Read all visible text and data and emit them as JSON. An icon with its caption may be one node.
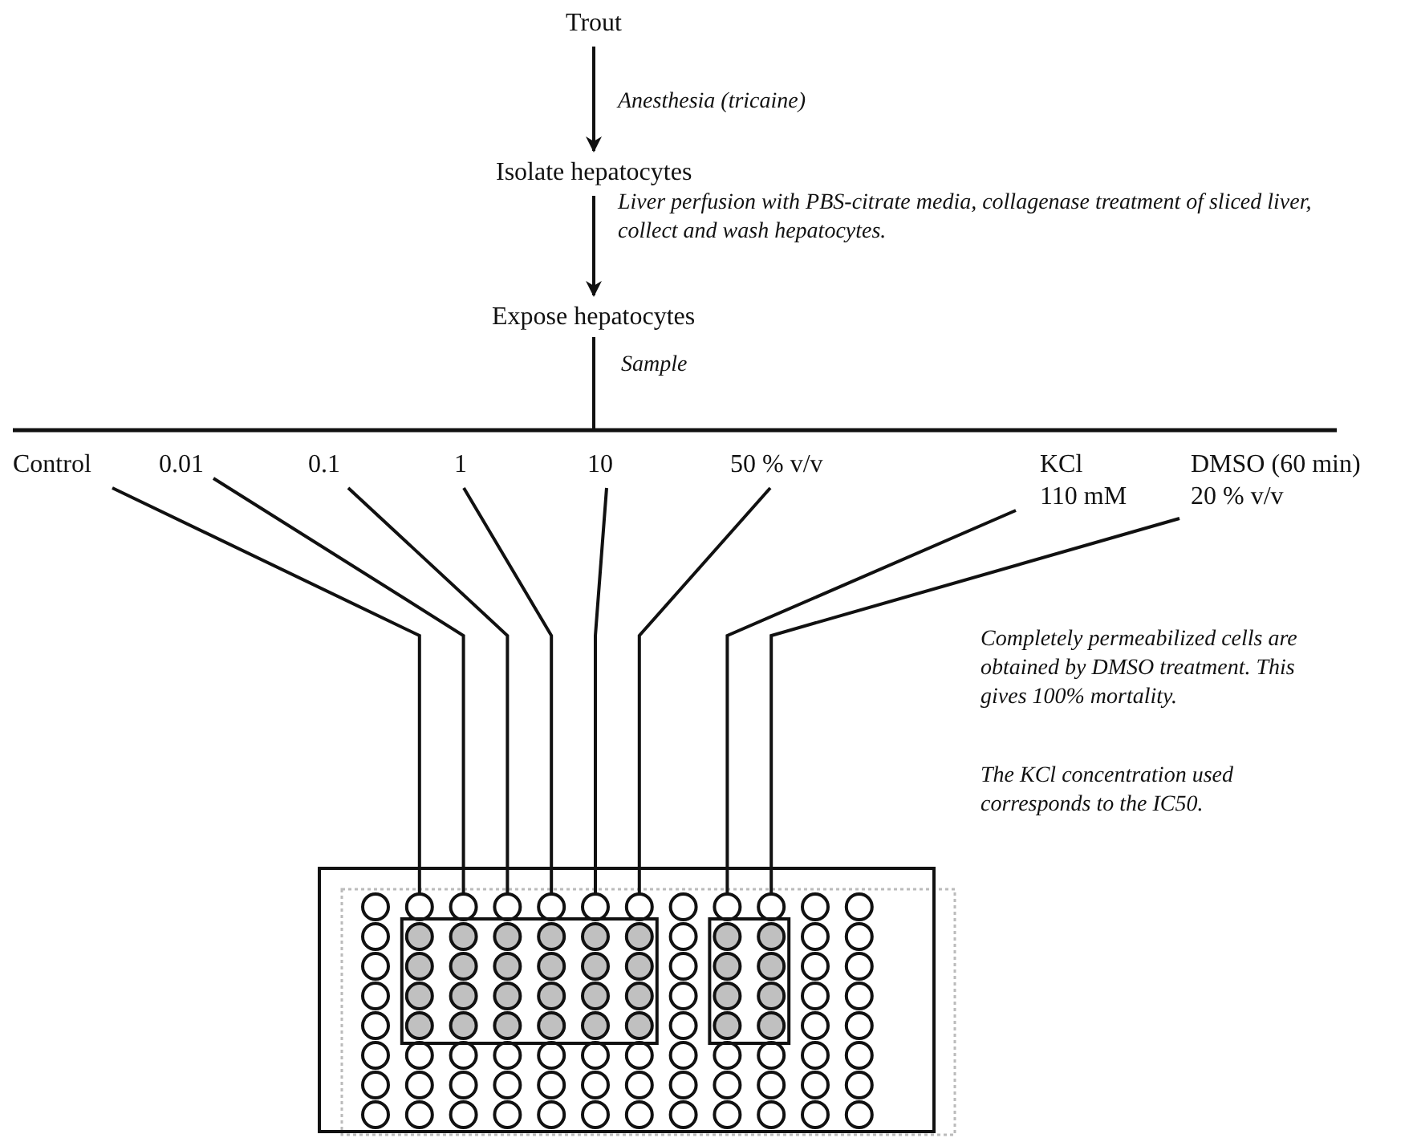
{
  "diagram": {
    "nodes": [
      {
        "text": [
          "Trout"
        ]
      },
      {
        "text": [
          "Isolate hepatocytes"
        ]
      },
      {
        "text": [
          "Expose hepatocytes"
        ]
      },
      {
        "text": [
          "Control"
        ]
      },
      {
        "text": [
          "0.01"
        ]
      },
      {
        "text": [
          "0.1"
        ]
      },
      {
        "text": [
          "1"
        ]
      },
      {
        "text": [
          "10"
        ]
      },
      {
        "text": [
          "50 % v/v"
        ]
      },
      {
        "text": [
          "KCl",
          "110 mM"
        ]
      },
      {
        "text": [
          "DMSO (60 min)",
          "20 % v/v"
        ]
      },
      {
        "text": [],
        "shape": "picture"
      },
      {
        "text": [],
        "shape": "circle",
        "in": 11
      },
      {
        "text": [],
        "shape": "circle",
        "in": 11
      },
      {
        "text": [],
        "shape": "circle",
        "in": 11
      },
      {
        "text": [],
        "shape": "circle",
        "in": 11
      },
      {
        "text": [],
        "shape": "circle",
        "in": 11
      },
      {
        "text": [],
        "shape": "circle",
        "in": 11
      },
      {
        "text": [],
        "shape": "circle",
        "in": 11
      },
      {
        "text": [],
        "shape": "circle",
        "in": 11
      },
      {
        "text": [],
        "shape": "bar"
      }
    ],
    "edges": [
      {
        "from": 0,
        "to": 1,
        "arrow": "to",
        "label": "Anesthesia (tricaine)"
      },
      {
        "from": 1,
        "to": 2,
        "arrow": "to",
        "label": "Liver perfusion with PBS-citrate media, collagenase treatment of sliced liver, collect and wash hepatocytes."
      },
      {
        "from": 2,
        "to": 20,
        "arrow": "none",
        "label": "Sample"
      },
      {
        "from": 3,
        "to": 12,
        "arrow": "none"
      },
      {
        "from": 4,
        "to": 13,
        "arrow": "none"
      },
      {
        "from": 5,
        "to": 14,
        "arrow": "none"
      },
      {
        "from": 6,
        "to": 15,
        "arrow": "none"
      },
      {
        "from": 7,
        "to": 16,
        "arrow": "none"
      },
      {
        "from": 8,
        "to": 17,
        "arrow": "none"
      },
      {
        "from": 9,
        "to": 18,
        "arrow": "none"
      },
      {
        "from": 10,
        "to": 19,
        "arrow": "none"
      }
    ],
    "labels": [
      "Completely permeabilized cells are obtained by DMSO treatment. This gives 100% mortality.",
      "The KCl concentration used corresponds to the IC50."
    ]
  }
}
